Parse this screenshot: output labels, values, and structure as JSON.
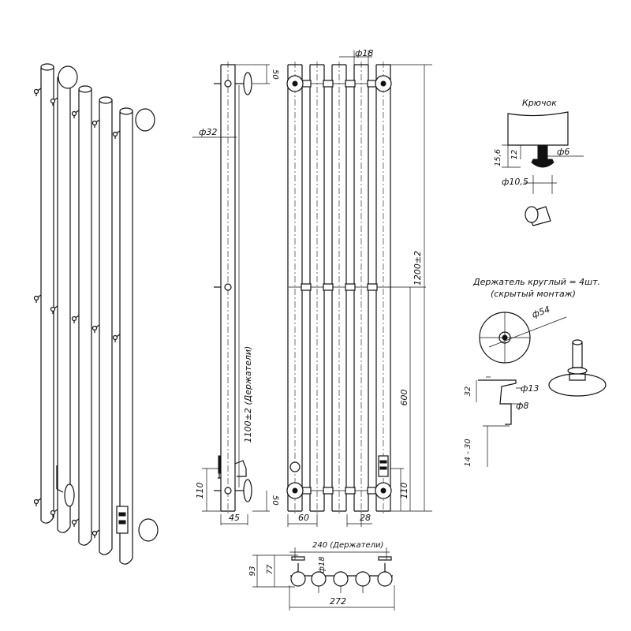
{
  "labels": {
    "d18_top": "ф18",
    "d32": "ф32",
    "dim50_top": "50",
    "dim1100": "1100±2 (Держатели)",
    "dim1200": "1200±2",
    "dim600": "600",
    "dim110_left": "110",
    "dim50_bot": "50",
    "dim45": "45",
    "dim60": "60",
    "dim28": "28",
    "dim110_right": "110",
    "hook_title": "Крючок",
    "hook_d6": "ф6",
    "hook_15_6": "15,6",
    "hook_12": "12",
    "hook_d10_5": "ф10,5",
    "holder_title_1": "Держатель круглый = 4шт.",
    "holder_title_2": "(скрытый монтаж)",
    "holder_d54": "ф54",
    "holder_32": "32",
    "holder_d13": "ф13",
    "holder_d8": "ф8",
    "holder_14_30": "14 - 30",
    "bot_240": "240 (Держатели)",
    "bot_93": "93",
    "bot_77": "77",
    "bot_d18": "ф18",
    "bot_272": "272"
  }
}
